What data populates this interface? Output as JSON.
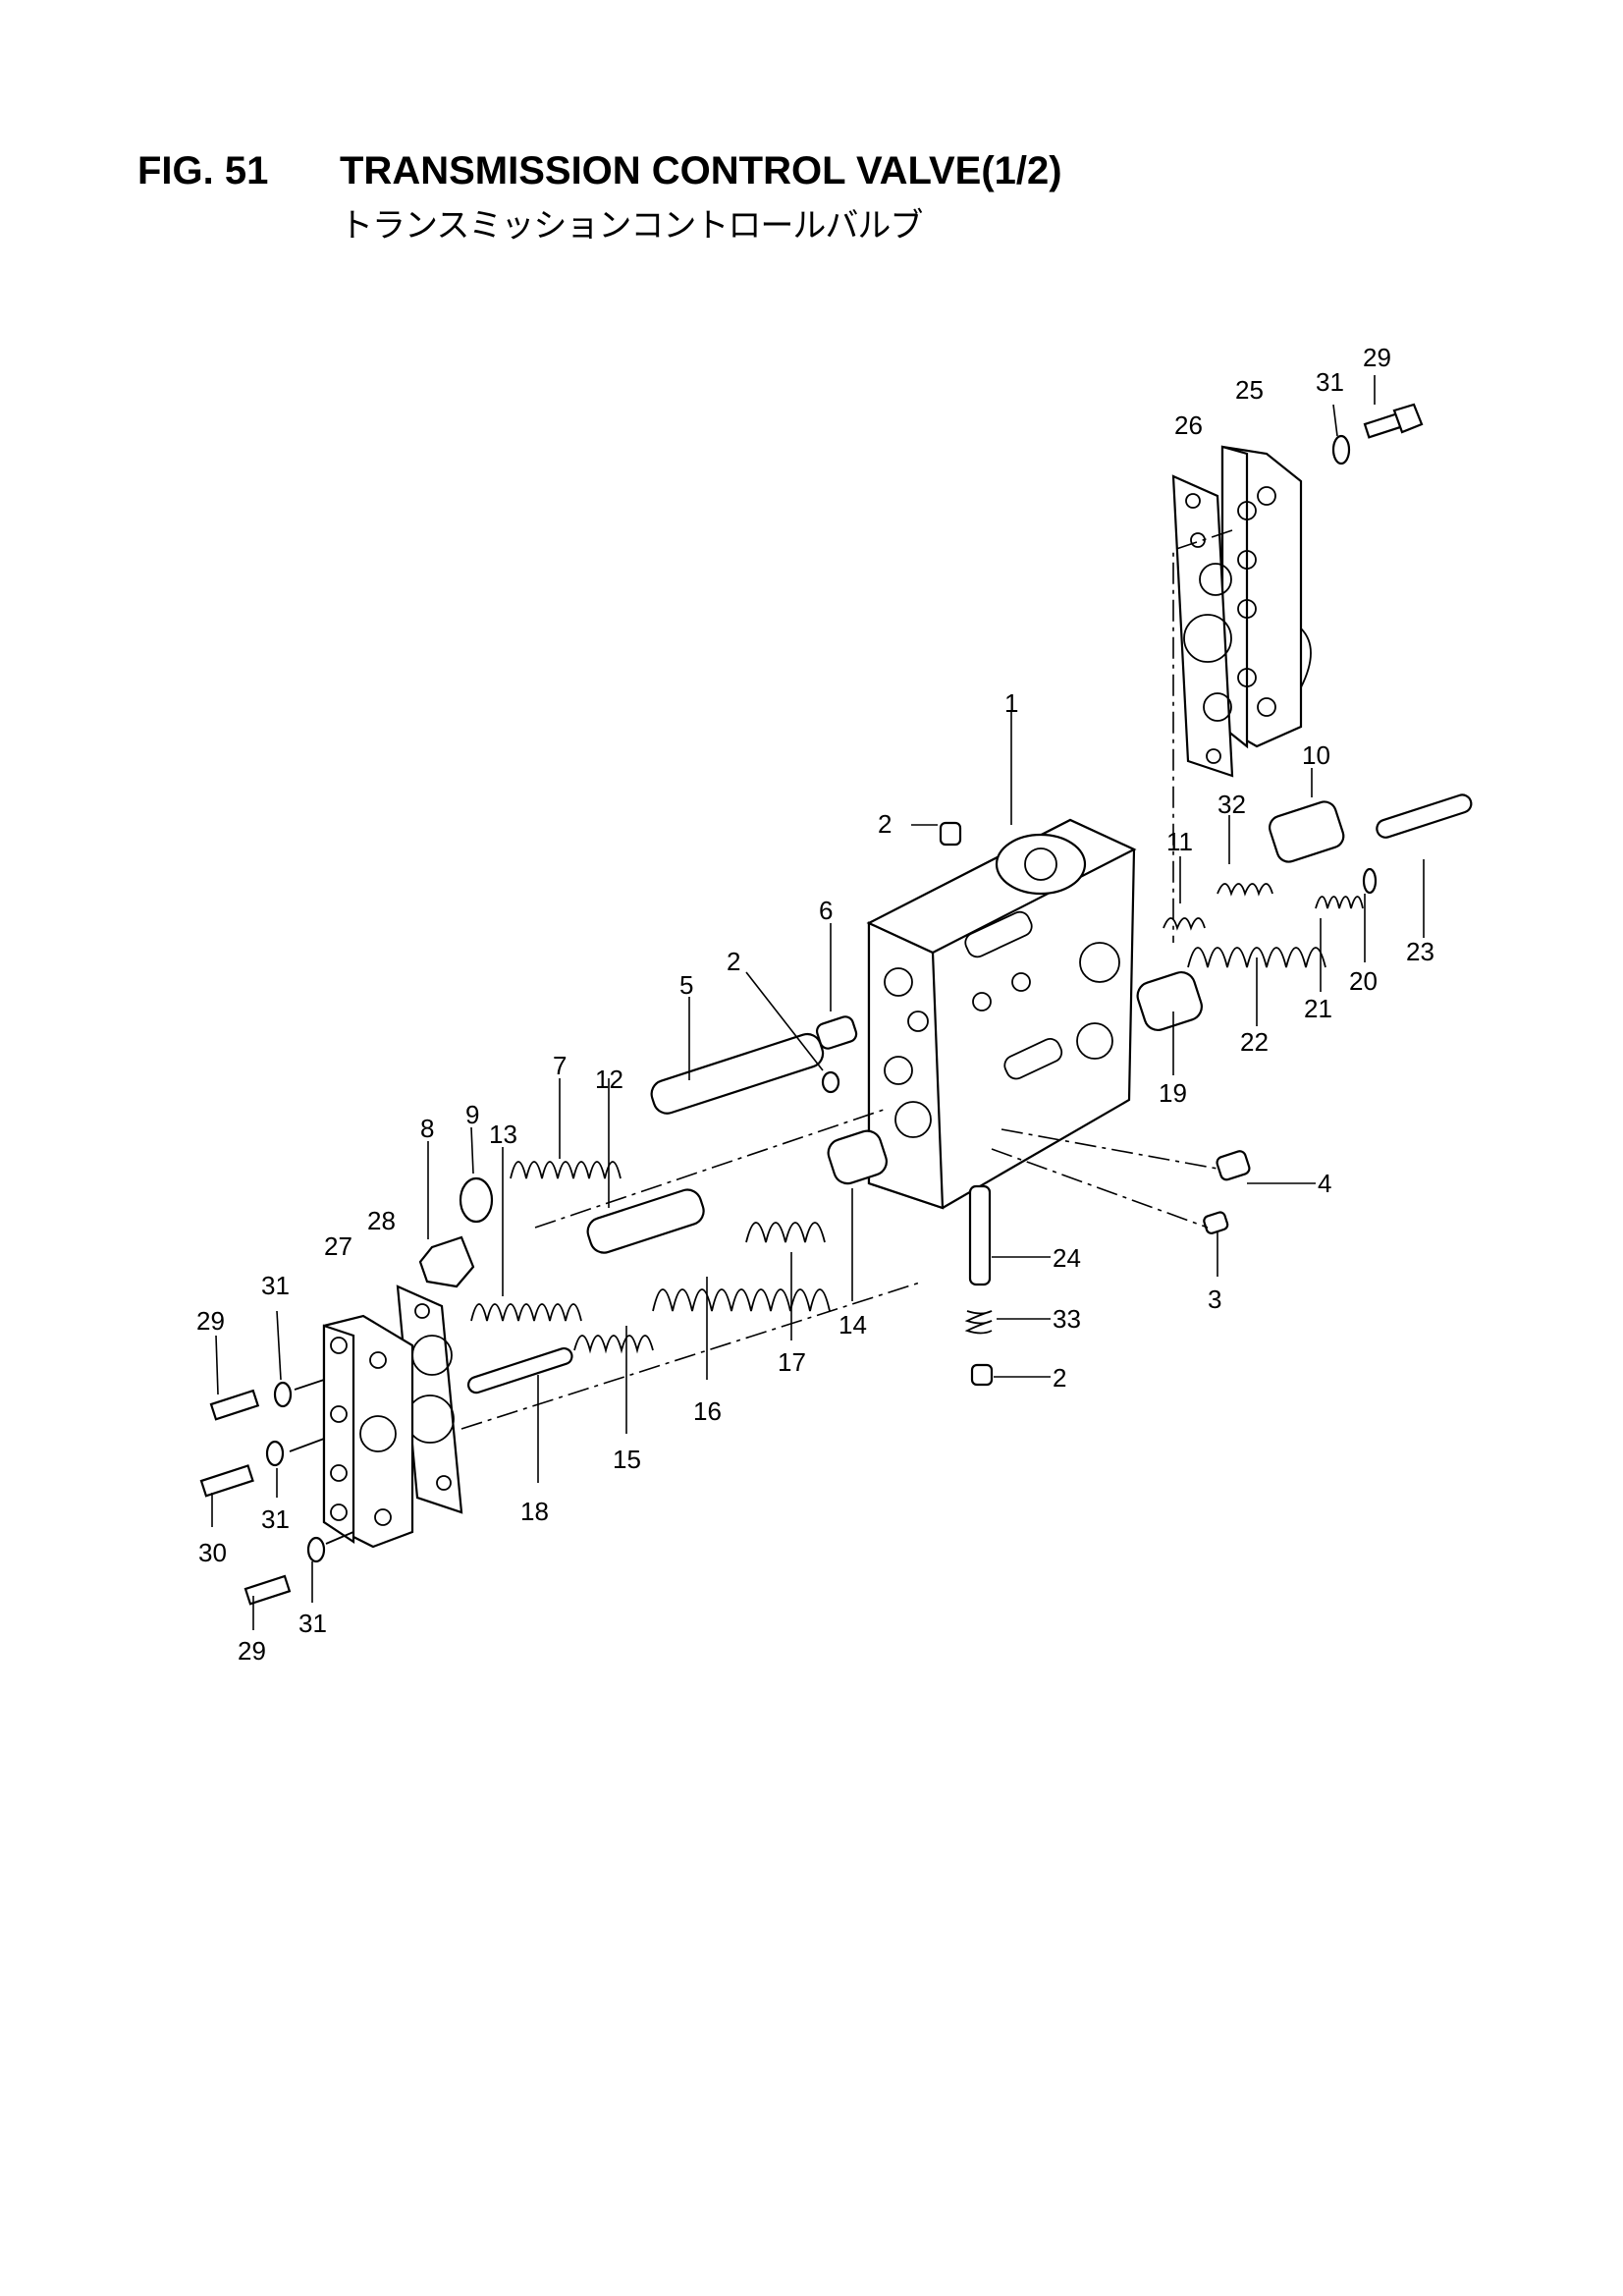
{
  "figure": {
    "number": "FIG. 51",
    "title": "TRANSMISSION CONTROL VALVE(1/2)",
    "subtitle": "トランスミッションコントロールバルブ"
  },
  "callouts": [
    {
      "label": "29",
      "name": "callout-29-top"
    },
    {
      "label": "25",
      "name": "callout-25"
    },
    {
      "label": "31",
      "name": "callout-31-top"
    },
    {
      "label": "26",
      "name": "callout-26"
    },
    {
      "label": "1",
      "name": "callout-1"
    },
    {
      "label": "10",
      "name": "callout-10"
    },
    {
      "label": "2",
      "name": "callout-2-top"
    },
    {
      "label": "32",
      "name": "callout-32"
    },
    {
      "label": "11",
      "name": "callout-11"
    },
    {
      "label": "6",
      "name": "callout-6"
    },
    {
      "label": "23",
      "name": "callout-23"
    },
    {
      "label": "2",
      "name": "callout-2-mid"
    },
    {
      "label": "5",
      "name": "callout-5"
    },
    {
      "label": "20",
      "name": "callout-20"
    },
    {
      "label": "21",
      "name": "callout-21"
    },
    {
      "label": "22",
      "name": "callout-22"
    },
    {
      "label": "7",
      "name": "callout-7"
    },
    {
      "label": "12",
      "name": "callout-12"
    },
    {
      "label": "19",
      "name": "callout-19"
    },
    {
      "label": "9",
      "name": "callout-9"
    },
    {
      "label": "8",
      "name": "callout-8"
    },
    {
      "label": "13",
      "name": "callout-13"
    },
    {
      "label": "4",
      "name": "callout-4"
    },
    {
      "label": "28",
      "name": "callout-28"
    },
    {
      "label": "27",
      "name": "callout-27"
    },
    {
      "label": "24",
      "name": "callout-24"
    },
    {
      "label": "3",
      "name": "callout-3"
    },
    {
      "label": "31",
      "name": "callout-31-a"
    },
    {
      "label": "33",
      "name": "callout-33"
    },
    {
      "label": "14",
      "name": "callout-14"
    },
    {
      "label": "29",
      "name": "callout-29-a"
    },
    {
      "label": "17",
      "name": "callout-17"
    },
    {
      "label": "2",
      "name": "callout-2-bottom"
    },
    {
      "label": "16",
      "name": "callout-16"
    },
    {
      "label": "15",
      "name": "callout-15"
    },
    {
      "label": "18",
      "name": "callout-18"
    },
    {
      "label": "31",
      "name": "callout-31-b"
    },
    {
      "label": "30",
      "name": "callout-30"
    },
    {
      "label": "31",
      "name": "callout-31-c"
    },
    {
      "label": "29",
      "name": "callout-29-b"
    }
  ]
}
